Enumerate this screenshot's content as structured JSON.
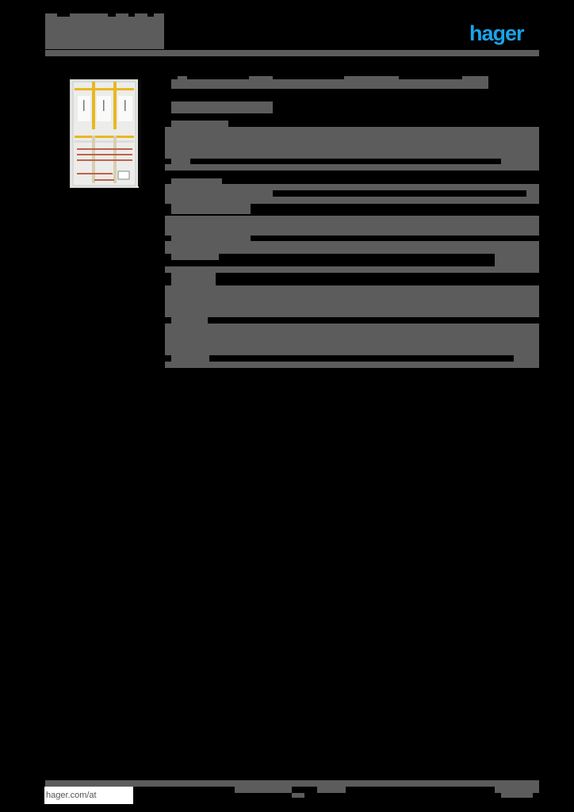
{
  "header": {
    "brand_logo": "hager",
    "brand_color": "#1aa3e8",
    "redacted_title_block": "redacted",
    "rule_color": "#5b5c5b"
  },
  "product_image": {
    "alt": "meter cabinet enclosure with three columns",
    "colors": {
      "frame": "#e6e6e4",
      "busbar": "#e8b820",
      "wire": "#c0624a"
    }
  },
  "main": {
    "title": "",
    "subtitle": "",
    "sections": [
      {
        "heading": "",
        "body": ""
      },
      {
        "heading": "",
        "body": ""
      },
      {
        "heading": "",
        "body": ""
      },
      {
        "heading": "",
        "body": ""
      }
    ],
    "redaction_color": "#5b5c5b"
  },
  "footer": {
    "website": "hager.com/at"
  }
}
